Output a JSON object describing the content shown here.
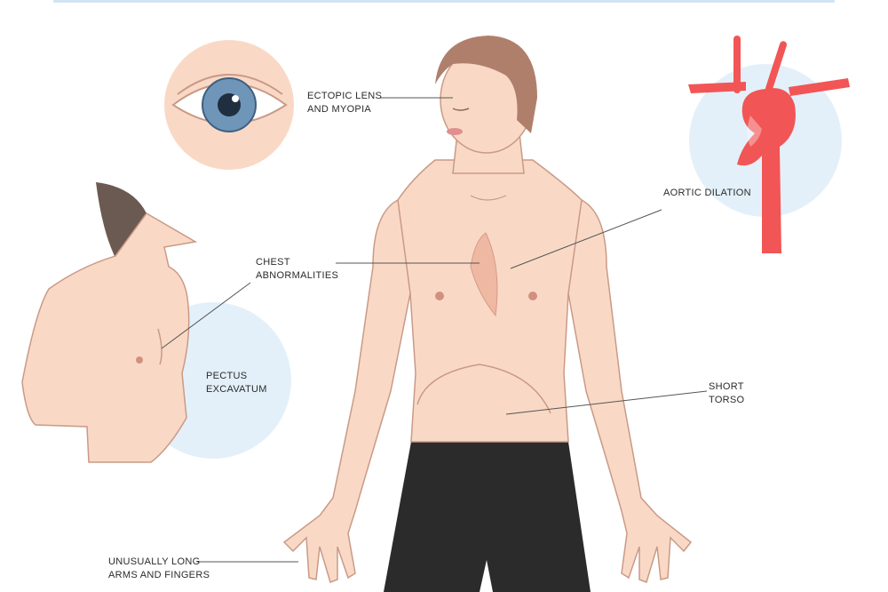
{
  "labels": {
    "ectopic_lens": [
      "ECTOPIC LENS",
      "AND MYOPIA"
    ],
    "aortic_dilation": [
      "AORTIC DILATION"
    ],
    "chest_abnormalities": [
      "CHEST",
      "ABNORMALITIES"
    ],
    "pectus_excavatum": [
      "PECTUS",
      "EXCAVATUM"
    ],
    "short_torso": [
      "SHORT",
      "TORSO"
    ],
    "long_arms": [
      "UNUSUALLY LONG",
      "ARMS AND FINGERS"
    ]
  },
  "colors": {
    "skin": "#f9d9c6",
    "skin_outline": "#c99a86",
    "hair": "#b07f6c",
    "pants": "#2b2b2b",
    "aorta": "#f25555",
    "bubble": "#e3f0f9",
    "iris": "#6f95b9",
    "leader_line": "#555555"
  }
}
